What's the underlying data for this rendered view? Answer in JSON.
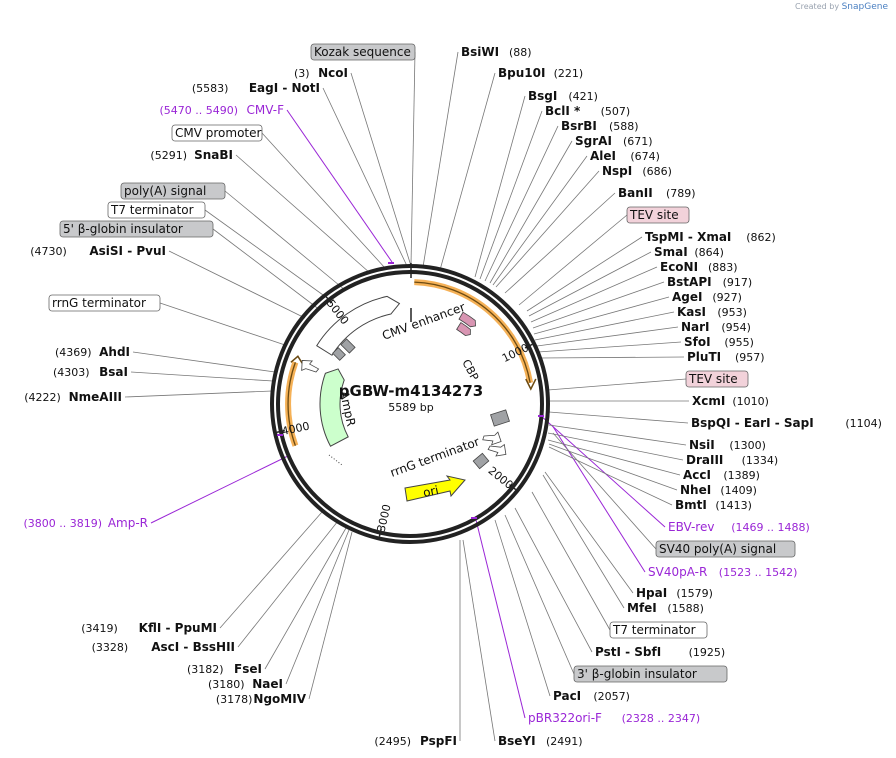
{
  "credit": {
    "created_by": "Created by",
    "brand": "SnapGene"
  },
  "plasmid": {
    "name": "pGBW-m4134273",
    "size": "5589 bp"
  },
  "ticks": [
    "1000",
    "2000",
    "3000",
    "4000",
    "5000"
  ],
  "features_on_map": [
    "CMV enhancer",
    "CBP",
    "AmpR",
    "rrnG terminator",
    "ori"
  ],
  "colors": {
    "primer": "#9a26d6",
    "feature_gray": "#c8c9cb",
    "feature_pink": "#f2d2da",
    "feature_white": "#ffffff",
    "ori": "#ffff00",
    "ampr": "#ccffcc",
    "cbp": "#d895b2",
    "orf_arc": "#f3a33a"
  },
  "labels": [
    {
      "name": "Kozak sequence",
      "pos": "",
      "style": "box-gray"
    },
    {
      "name": "BsiWI",
      "pos": "(88)",
      "style": "enzyme"
    },
    {
      "name": "Bpu10I",
      "pos": "(221)",
      "style": "enzyme"
    },
    {
      "name": "NcoI",
      "pos": "(3)",
      "style": "enzyme"
    },
    {
      "name": "EagI - NotI",
      "pos": "(5583)",
      "style": "enzyme"
    },
    {
      "name": "CMV-F",
      "pos": "(5470 .. 5490)",
      "style": "primer"
    },
    {
      "name": "CMV promoter",
      "pos": "",
      "style": "box-white"
    },
    {
      "name": "SnaBI",
      "pos": "(5291)",
      "style": "enzyme"
    },
    {
      "name": "poly(A) signal",
      "pos": "",
      "style": "box-gray"
    },
    {
      "name": "T7 terminator",
      "pos": "",
      "style": "box-white"
    },
    {
      "name": "5' β-globin insulator",
      "pos": "",
      "style": "box-gray"
    },
    {
      "name": "AsiSI - PvuI",
      "pos": "(4730)",
      "style": "enzyme"
    },
    {
      "name": "rrnG terminator",
      "pos": "",
      "style": "box-white"
    },
    {
      "name": "AhdI",
      "pos": "(4369)",
      "style": "enzyme"
    },
    {
      "name": "BsaI",
      "pos": "(4303)",
      "style": "enzyme"
    },
    {
      "name": "NmeAIII",
      "pos": "(4222)",
      "style": "enzyme"
    },
    {
      "name": "Amp-R",
      "pos": "(3800 .. 3819)",
      "style": "primer"
    },
    {
      "name": "KflI - PpuMI",
      "pos": "(3419)",
      "style": "enzyme"
    },
    {
      "name": "AscI - BssHII",
      "pos": "(3328)",
      "style": "enzyme"
    },
    {
      "name": "FseI",
      "pos": "(3182)",
      "style": "enzyme"
    },
    {
      "name": "NaeI",
      "pos": "(3180)",
      "style": "enzyme"
    },
    {
      "name": "NgoMIV",
      "pos": "(3178)",
      "style": "enzyme"
    },
    {
      "name": "PspFI",
      "pos": "(2495)",
      "style": "enzyme"
    },
    {
      "name": "BseYI",
      "pos": "(2491)",
      "style": "enzyme"
    },
    {
      "name": "pBR322ori-F",
      "pos": "(2328 .. 2347)",
      "style": "primer"
    },
    {
      "name": "PacI",
      "pos": "(2057)",
      "style": "enzyme"
    },
    {
      "name": "3' β-globin insulator",
      "pos": "",
      "style": "box-gray"
    },
    {
      "name": "PstI - SbfI",
      "pos": "(1925)",
      "style": "enzyme"
    },
    {
      "name": "T7 terminator",
      "pos": "",
      "style": "box-white"
    },
    {
      "name": "MfeI",
      "pos": "(1588)",
      "style": "enzyme"
    },
    {
      "name": "HpaI",
      "pos": "(1579)",
      "style": "enzyme"
    },
    {
      "name": "SV40pA-R",
      "pos": "(1523 .. 1542)",
      "style": "primer"
    },
    {
      "name": "SV40 poly(A) signal",
      "pos": "",
      "style": "box-gray"
    },
    {
      "name": "EBV-rev",
      "pos": "(1469 .. 1488)",
      "style": "primer"
    },
    {
      "name": "BmtI",
      "pos": "(1413)",
      "style": "enzyme"
    },
    {
      "name": "NheI",
      "pos": "(1409)",
      "style": "enzyme"
    },
    {
      "name": "AccI",
      "pos": "(1389)",
      "style": "enzyme"
    },
    {
      "name": "DraIII",
      "pos": "(1334)",
      "style": "enzyme"
    },
    {
      "name": "NsiI",
      "pos": "(1300)",
      "style": "enzyme"
    },
    {
      "name": "BspQI - EarI - SapI",
      "pos": "(1104)",
      "style": "enzyme"
    },
    {
      "name": "XcmI",
      "pos": "(1010)",
      "style": "enzyme"
    },
    {
      "name": "TEV site",
      "pos": "",
      "style": "box-pink"
    },
    {
      "name": "PluTI",
      "pos": "(957)",
      "style": "enzyme"
    },
    {
      "name": "SfoI",
      "pos": "(955)",
      "style": "enzyme"
    },
    {
      "name": "NarI",
      "pos": "(954)",
      "style": "enzyme"
    },
    {
      "name": "KasI",
      "pos": "(953)",
      "style": "enzyme"
    },
    {
      "name": "AgeI",
      "pos": "(927)",
      "style": "enzyme"
    },
    {
      "name": "BstAPI",
      "pos": "(917)",
      "style": "enzyme"
    },
    {
      "name": "EcoNI",
      "pos": "(883)",
      "style": "enzyme"
    },
    {
      "name": "SmaI",
      "pos": "(864)",
      "style": "enzyme"
    },
    {
      "name": "TspMI - XmaI",
      "pos": "(862)",
      "style": "enzyme"
    },
    {
      "name": "TEV site",
      "pos": "",
      "style": "box-pink"
    },
    {
      "name": "BanII",
      "pos": "(789)",
      "style": "enzyme"
    },
    {
      "name": "NspI",
      "pos": "(686)",
      "style": "enzyme"
    },
    {
      "name": "AleI",
      "pos": "(674)",
      "style": "enzyme"
    },
    {
      "name": "SgrAI",
      "pos": "(671)",
      "style": "enzyme"
    },
    {
      "name": "BsrBI",
      "pos": "(588)",
      "style": "enzyme"
    },
    {
      "name": "BclI *",
      "pos": "(507)",
      "style": "enzyme"
    },
    {
      "name": "BsgI",
      "pos": "(421)",
      "style": "enzyme"
    }
  ]
}
